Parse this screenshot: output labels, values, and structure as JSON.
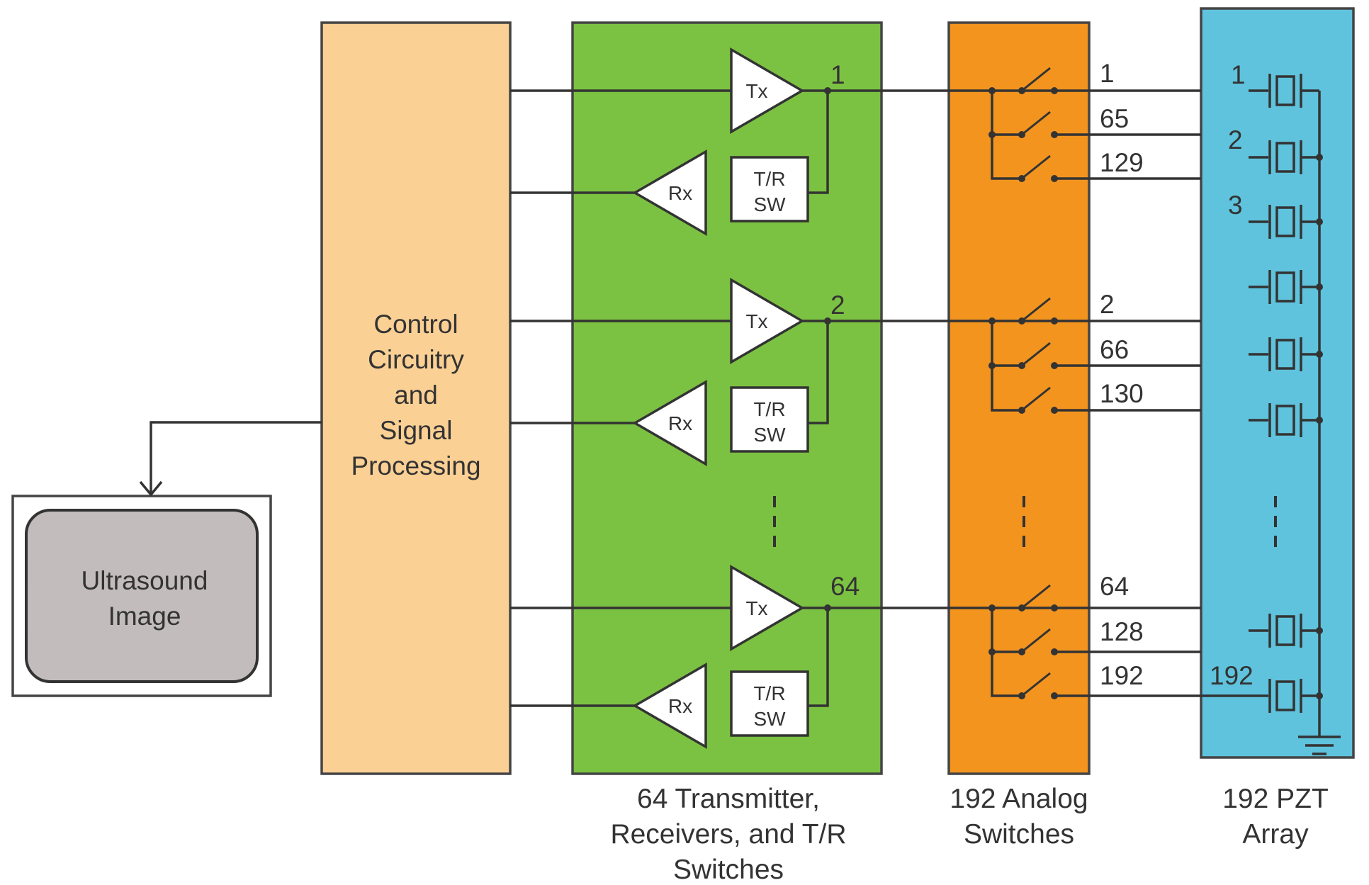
{
  "blocks": {
    "control": {
      "lines": [
        "Control",
        "Circuitry",
        "and",
        "Signal",
        "Processing"
      ],
      "color": "#fbd094"
    },
    "transceivers": {
      "caption": [
        "64 Transmitter,",
        "Receivers, and T/R",
        "Switches"
      ],
      "color": "#7cc242"
    },
    "analog_switches": {
      "caption": [
        "192 Analog",
        "Switches"
      ],
      "color": "#f3941f"
    },
    "pzt_array": {
      "caption": [
        "192 PZT",
        "Array"
      ],
      "color": "#5fc3dd"
    },
    "image": {
      "lines": [
        "Ultrasound",
        "Image"
      ],
      "color": "#c2bcbc"
    }
  },
  "channels": [
    {
      "num": "1",
      "switch_labels": [
        "1",
        "65",
        "129"
      ]
    },
    {
      "num": "2",
      "switch_labels": [
        "2",
        "66",
        "130"
      ]
    },
    {
      "num": "64",
      "switch_labels": [
        "64",
        "128",
        "192"
      ]
    }
  ],
  "amp_labels": {
    "tx": "Tx",
    "rx": "Rx",
    "trsw": [
      "T/R",
      "SW"
    ]
  },
  "pzt_labels": [
    "1",
    "2",
    "3",
    "192"
  ]
}
